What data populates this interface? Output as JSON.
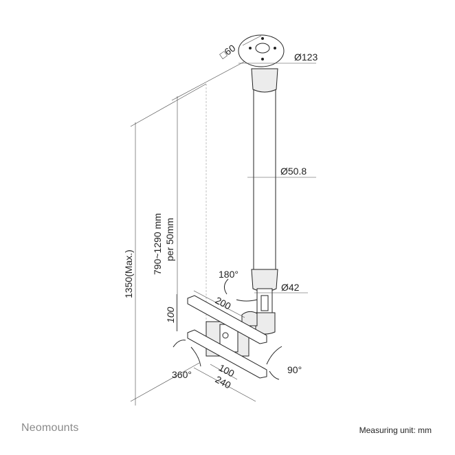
{
  "brand": "Neomounts",
  "measuring_unit": "Measuring unit: mm",
  "dimensions": {
    "plate_square": "□60",
    "plate_diameter": "Ø123",
    "pole_diameter": "Ø50.8",
    "lower_pole_diameter": "Ø42",
    "height_range": "790~1290 mm",
    "height_step": "per 50mm",
    "max_height": "1350(Max.)",
    "rotation_top": "180°",
    "rotation_swivel": "360°",
    "tilt": "90°",
    "vesa_w_top": "200",
    "vesa_h": "100",
    "vesa_w_inner": "100",
    "vesa_w_bottom": "240"
  }
}
